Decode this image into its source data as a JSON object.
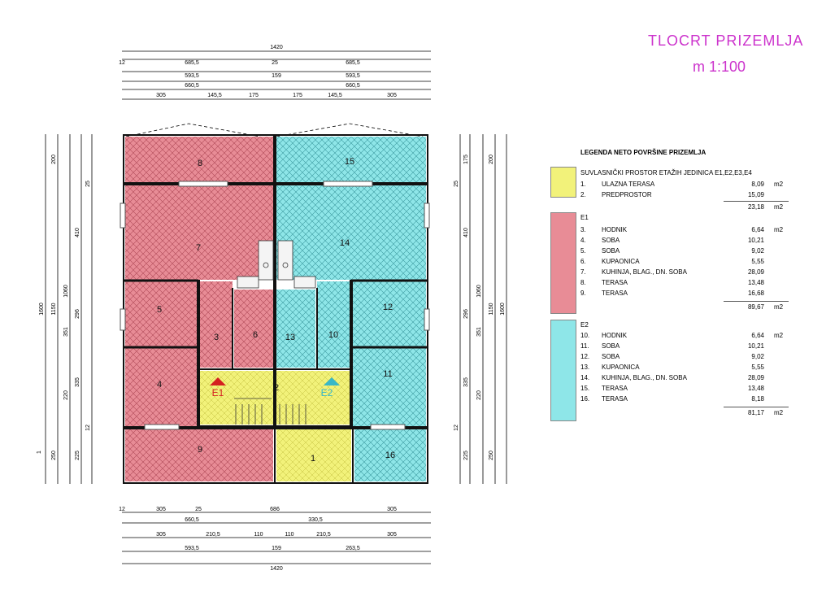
{
  "title": "TLOCRT  PRIZEMLJA",
  "scale": "m 1:100",
  "colors": {
    "yellow": "#f2f27a",
    "red": "#e88c96",
    "cyan": "#8ee6e8",
    "title": "#cc33cc"
  },
  "dims": {
    "top": [
      "1420",
      "685,5",
      "685,5",
      "593,5",
      "159",
      "593,5",
      "660,5",
      "660,5",
      "305",
      "145,5",
      "175",
      "175",
      "145,5",
      "305",
      "25",
      "12"
    ],
    "bottom": [
      "305",
      "686",
      "305",
      "660,5",
      "330,5",
      "305",
      "210,5",
      "110",
      "110",
      "210,5",
      "305",
      "593,5",
      "159",
      "263,5",
      "1420",
      "25",
      "12"
    ],
    "left": [
      "1600",
      "1150",
      "1060",
      "200",
      "410",
      "296",
      "351",
      "335",
      "220",
      "250",
      "225",
      "25",
      "12",
      "1"
    ],
    "right": [
      "1600",
      "1150",
      "1060",
      "200",
      "175",
      "410",
      "296",
      "351",
      "335",
      "220",
      "250",
      "225",
      "25",
      "12"
    ]
  },
  "rooms": [
    "1",
    "2",
    "3",
    "4",
    "5",
    "6",
    "7",
    "8",
    "9",
    "10",
    "11",
    "12",
    "13",
    "14",
    "15",
    "16"
  ],
  "markers": {
    "e1": "E1",
    "e2": "E2"
  },
  "legend": {
    "title": "LEGENDA NETO POVRŠINE PRIZEMLJA",
    "common": {
      "heading": "SUVLASNIČKI PROSTOR ETAŽIH JEDINICA E1,E2,E3,E4",
      "rows": [
        {
          "n": "1.",
          "label": "ULAZNA TERASA",
          "value": "8,09",
          "unit": "m2"
        },
        {
          "n": "2.",
          "label": "PREDPROSTOR",
          "value": "15,09",
          "unit": ""
        }
      ],
      "total": "23,18",
      "unit": "m2"
    },
    "e1": {
      "heading": "E1",
      "rows": [
        {
          "n": "3.",
          "label": "HODNIK",
          "value": "6,64",
          "unit": "m2"
        },
        {
          "n": "4.",
          "label": "SOBA",
          "value": "10,21",
          "unit": ""
        },
        {
          "n": "5.",
          "label": "SOBA",
          "value": "9,02",
          "unit": ""
        },
        {
          "n": "6.",
          "label": "KUPAONICA",
          "value": "5,55",
          "unit": ""
        },
        {
          "n": "7.",
          "label": "KUHINJA, BLAG., DN. SOBA",
          "value": "28,09",
          "unit": ""
        },
        {
          "n": "8.",
          "label": "TERASA",
          "value": "13,48",
          "unit": ""
        },
        {
          "n": "9.",
          "label": "TERASA",
          "value": "16,68",
          "unit": ""
        }
      ],
      "total": "89,67",
      "unit": "m2"
    },
    "e2": {
      "heading": "E2",
      "rows": [
        {
          "n": "10.",
          "label": "HODNIK",
          "value": "6,64",
          "unit": "m2"
        },
        {
          "n": "11.",
          "label": "SOBA",
          "value": "10,21",
          "unit": ""
        },
        {
          "n": "12.",
          "label": "SOBA",
          "value": "9,02",
          "unit": ""
        },
        {
          "n": "13.",
          "label": "KUPAONICA",
          "value": "5,55",
          "unit": ""
        },
        {
          "n": "14.",
          "label": "KUHINJA, BLAG., DN. SOBA",
          "value": "28,09",
          "unit": ""
        },
        {
          "n": "15.",
          "label": "TERASA",
          "value": "13,48",
          "unit": ""
        },
        {
          "n": "16.",
          "label": "TERASA",
          "value": "8,18",
          "unit": ""
        }
      ],
      "total": "81,17",
      "unit": "m2"
    }
  }
}
